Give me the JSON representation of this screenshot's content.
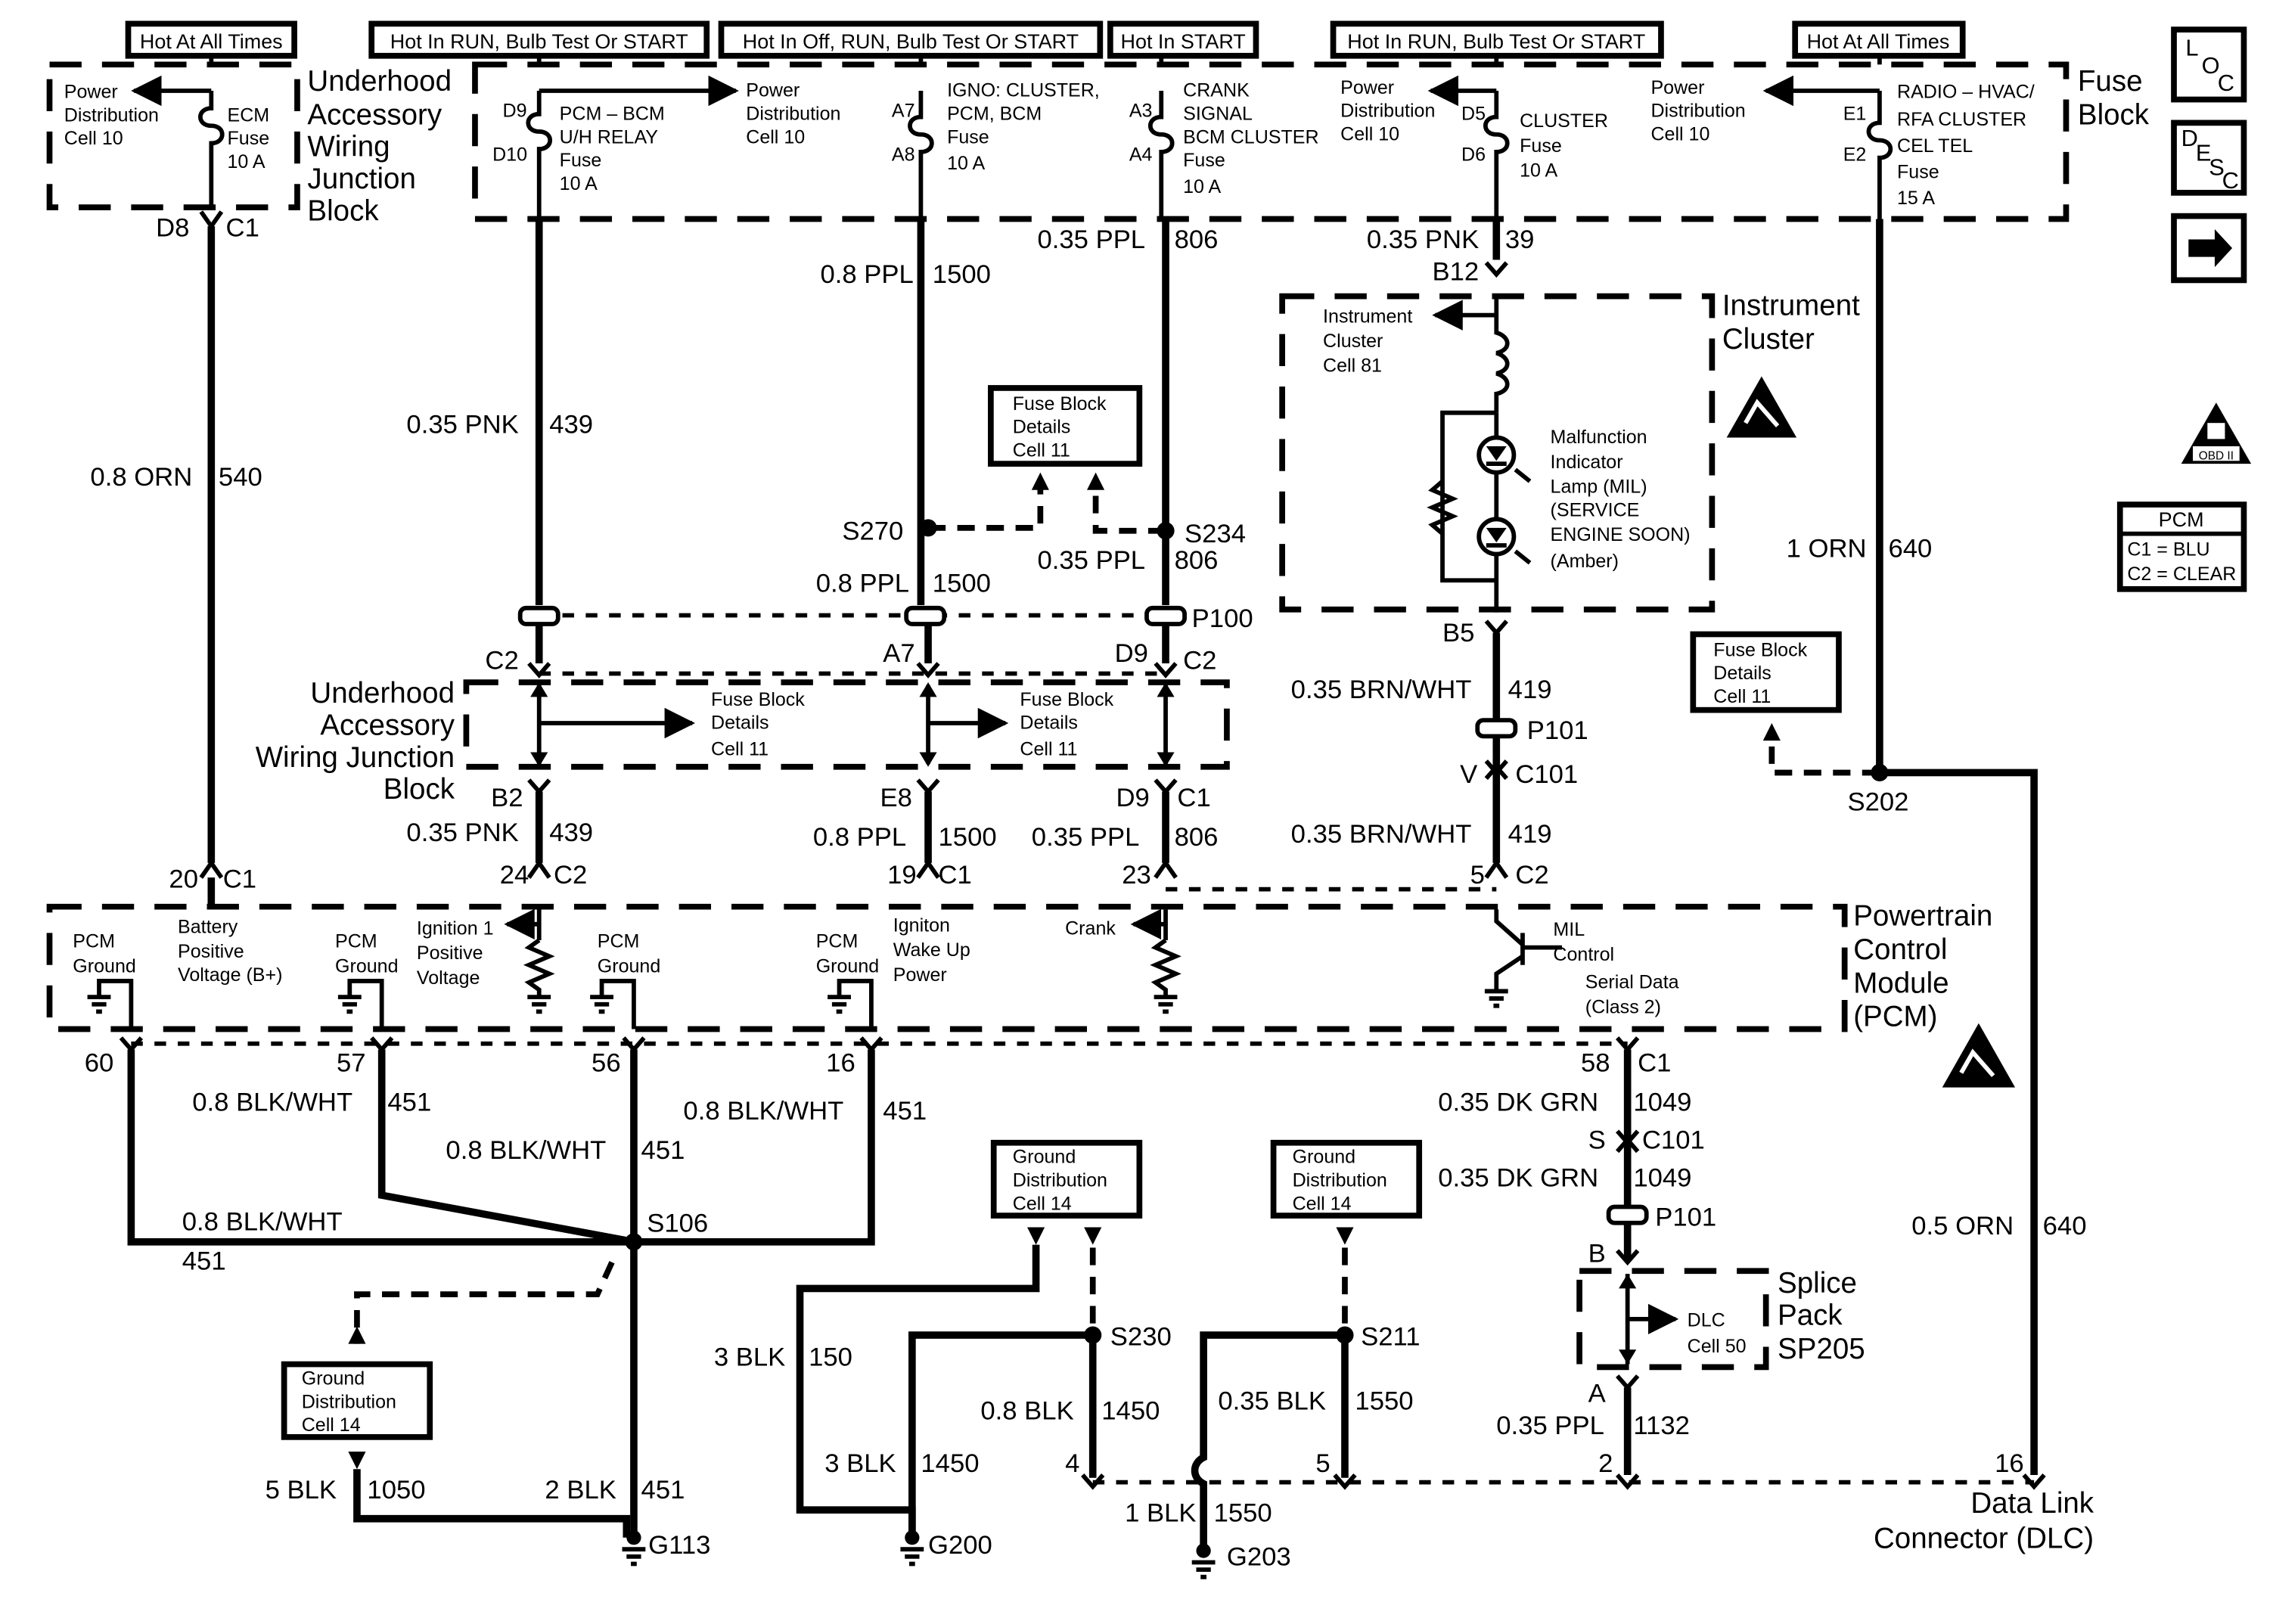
{
  "header_labels": {
    "hot_at_all_times_left": "Hot At All Times",
    "hot_in_run_bulb_start_1": "Hot In RUN, Bulb Test Or START",
    "hot_in_off_run_bulb_start": "Hot In Off, RUN, Bulb Test Or START",
    "hot_in_start": "Hot In START",
    "hot_in_run_bulb_start_2": "Hot In RUN, Bulb Test Or START",
    "hot_at_all_times_right": "Hot At All Times"
  },
  "blocks": {
    "uawjb_top": [
      "Underhood",
      "Accessory",
      "Wiring",
      "Junction",
      "Block"
    ],
    "fuse_block": [
      "Fuse",
      "Block"
    ],
    "instrument_cluster": [
      "Instrument",
      "Cluster"
    ],
    "uawjb_mid": [
      "Underhood",
      "Accessory",
      "Wiring Junction",
      "Block"
    ],
    "pcm": [
      "Powertrain",
      "Control",
      "Module",
      "(PCM)"
    ],
    "splice_pack": [
      "Splice",
      "Pack",
      "SP205"
    ],
    "dlc": [
      "Data Link",
      "Connector (DLC)"
    ]
  },
  "fuses": {
    "ecm": [
      "ECM",
      "Fuse",
      "10 A"
    ],
    "pcm_bcm": [
      "PCM – BCM",
      "U/H RELAY",
      "Fuse",
      "10 A"
    ],
    "igno": [
      "IGNO:  CLUSTER,",
      "PCM, BCM",
      "Fuse",
      "10 A"
    ],
    "crank": [
      "CRANK",
      "SIGNAL",
      "BCM CLUSTER",
      "Fuse",
      "10 A"
    ],
    "cluster": [
      "CLUSTER",
      "Fuse",
      "10 A"
    ],
    "radio": [
      "RADIO –  HVAC/",
      "RFA CLUSTER",
      "CEL TEL",
      "Fuse",
      "15 A"
    ]
  },
  "refs": {
    "power_dist_1": [
      "Power",
      "Distribution",
      "Cell 10"
    ],
    "power_dist_2": [
      "Power",
      "Distribution",
      "Cell 10"
    ],
    "power_dist_3": [
      "Power",
      "Distribution",
      "Cell 10"
    ],
    "power_dist_4": [
      "Power",
      "Distribution",
      "Cell 10"
    ],
    "fuse_block_details_top": [
      "Fuse Block",
      "Details",
      "Cell 11"
    ],
    "fuse_block_details_right": [
      "Fuse Block",
      "Details",
      "Cell 11"
    ],
    "fuse_block_details_mid1": [
      "Fuse Block",
      "Details",
      "Cell 11"
    ],
    "fuse_block_details_mid2": [
      "Fuse Block",
      "Details",
      "Cell 11"
    ],
    "instrument_cluster_cell": [
      "Instrument",
      "Cluster",
      "Cell 81"
    ],
    "ground_dist_left": [
      "Ground",
      "Distribution",
      "Cell 14"
    ],
    "ground_dist_mid": [
      "Ground",
      "Distribution",
      "Cell 14"
    ],
    "ground_dist_right": [
      "Ground",
      "Distribution",
      "Cell 14"
    ],
    "dlc_cell": [
      "DLC",
      "Cell 50"
    ]
  },
  "mil_label": [
    "Malfunction",
    "Indicator",
    "Lamp (MIL)",
    "(SERVICE",
    "ENGINE SOON)",
    "(Amber)"
  ],
  "pcm_internal": {
    "pcm_ground": [
      "PCM",
      "Ground"
    ],
    "battery": [
      "Battery",
      "Positive",
      "Voltage (B+)"
    ],
    "ignition1": [
      "Ignition 1",
      "Positive",
      "Voltage"
    ],
    "igniton_wake": [
      "Igniton",
      "Wake Up",
      "Power"
    ],
    "crank": "Crank",
    "mil_control": [
      "MIL",
      "Control"
    ],
    "serial_data": [
      "Serial Data",
      "(Class 2)"
    ]
  },
  "wires": {
    "w540": "0.8 ORN",
    "w540n": "540",
    "w439": "0.35 PNK",
    "w439n": "439",
    "w1500": "0.8 PPL",
    "w1500n": "1500",
    "w806": "0.35 PPL",
    "w806n": "806",
    "w39": "0.35 PNK",
    "w39n": "39",
    "w640": "1 ORN",
    "w640n": "640",
    "w419": "0.35 BRN/WHT",
    "w419n": "419",
    "w451": "0.8 BLK/WHT",
    "w451n": "451",
    "w1049": "0.35 DK GRN",
    "w1049n": "1049",
    "w640b": "0.5 ORN",
    "w150": "3 BLK",
    "w150n": "150",
    "w1450a": "0.8 BLK",
    "w1450n": "1450",
    "w1450b": "3 BLK",
    "w1550a": "0.35 BLK",
    "w1550n": "1550",
    "w1550b": "1 BLK",
    "w1132": "0.35 PPL",
    "w1132n": "1132",
    "w1050": "5 BLK",
    "w1050n": "1050",
    "w451b": "2 BLK"
  },
  "pins": {
    "D8": "D8",
    "C1": "C1",
    "D9": "D9",
    "D10": "D10",
    "A7": "A7",
    "A8": "A8",
    "A3": "A3",
    "A4": "A4",
    "D5": "D5",
    "D6": "D6",
    "E1": "E1",
    "E2": "E2",
    "B12": "B12",
    "B5": "B5",
    "C2": "C2",
    "B2": "B2",
    "E8": "E8",
    "V": "V",
    "C101": "C101",
    "S": "S",
    "B": "B",
    "A": "A",
    "p20": "20",
    "p24": "24",
    "p19": "19",
    "p23": "23",
    "p5": "5",
    "p60": "60",
    "p57": "57",
    "p56": "56",
    "p16": "16",
    "p58": "58",
    "p4": "4",
    "p2": "2"
  },
  "splices": {
    "S270": "S270",
    "S234": "S234",
    "P100": "P100",
    "P101": "P101",
    "S202": "S202",
    "S106": "S106",
    "S230": "S230",
    "S211": "S211"
  },
  "grounds": {
    "G113": "G113",
    "G200": "G200",
    "G203": "G203"
  },
  "legend": {
    "title": "PCM",
    "c1": "C1 = BLU",
    "c2": "C2 = CLEAR",
    "obd": "OBD II",
    "loc": [
      "L",
      "O",
      "C"
    ],
    "desc": [
      "D",
      "E",
      "S",
      "C"
    ]
  }
}
